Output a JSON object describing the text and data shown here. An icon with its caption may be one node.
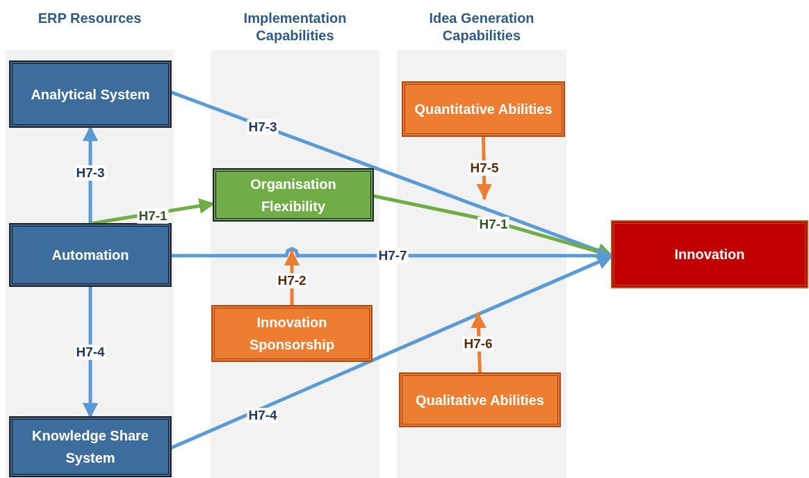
{
  "diagram": {
    "nodes": [
      {
        "text": [
          "ERP Resources"
        ]
      },
      {
        "text": [
          "Implementation Capabilities"
        ]
      },
      {
        "text": [
          "Idea Generation Capabilities"
        ]
      },
      {
        "text": [
          "Analytical System"
        ],
        "in": 0
      },
      {
        "text": [
          "Automation"
        ],
        "in": 0
      },
      {
        "text": [
          "Knowledge Share System"
        ],
        "in": 0
      },
      {
        "text": [
          "Organisation Flexibility"
        ],
        "in": 1
      },
      {
        "text": [
          "Innovation Sponsorship"
        ],
        "in": 1
      },
      {
        "text": [
          "Quantitative Abilities"
        ],
        "in": 2
      },
      {
        "text": [
          "Qualitative Abilities"
        ],
        "in": 2
      },
      {
        "text": [
          "Innovation"
        ]
      }
    ],
    "edges": [
      {
        "from": 4,
        "to": 3,
        "arrow": "to",
        "label": "H7-3"
      },
      {
        "from": 4,
        "to": 5,
        "arrow": "to",
        "label": "H7-4"
      },
      {
        "from": 4,
        "to": 6,
        "arrow": "to",
        "label": "H7-1",
        "color": "#70ad47"
      },
      {
        "from": 3,
        "to": 10,
        "arrow": "to",
        "label": "H7-3"
      },
      {
        "from": 6,
        "to": 10,
        "arrow": "to",
        "label": "H7-1",
        "color": "#70ad47"
      },
      {
        "from": 4,
        "to": 10,
        "arrow": "to",
        "label": "H7-7"
      },
      {
        "from": 5,
        "to": 10,
        "arrow": "to",
        "label": "H7-4"
      },
      {
        "from": 7,
        "to": null,
        "arrow": "to",
        "label": "H7-2",
        "color": "#ed7d31"
      },
      {
        "from": 8,
        "to": null,
        "arrow": "to",
        "label": "H7-5",
        "color": "#ed7d31"
      },
      {
        "from": 9,
        "to": null,
        "arrow": "to",
        "label": "H7-6",
        "color": "#ed7d31"
      }
    ]
  }
}
